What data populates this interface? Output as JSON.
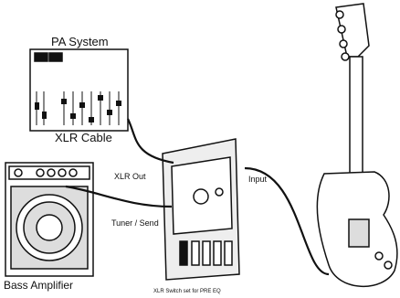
{
  "labels": {
    "pa_system": "PA System",
    "xlr_cable": "XLR Cable",
    "xlr_out": "XLR Out",
    "tuner_send": "Tuner / Send",
    "input": "Input",
    "bass_amplifier": "Bass Amplifier",
    "xlr_switch": "XLR Switch set for PRE EQ"
  },
  "icons": {
    "mixer": "pa-mixer-icon",
    "amp": "bass-amplifier-icon",
    "di": "di-preamp-icon",
    "bass": "bass-guitar-icon"
  },
  "colors": {
    "line": "#111111",
    "fill": "#ffffff",
    "shade": "#dddddd"
  }
}
